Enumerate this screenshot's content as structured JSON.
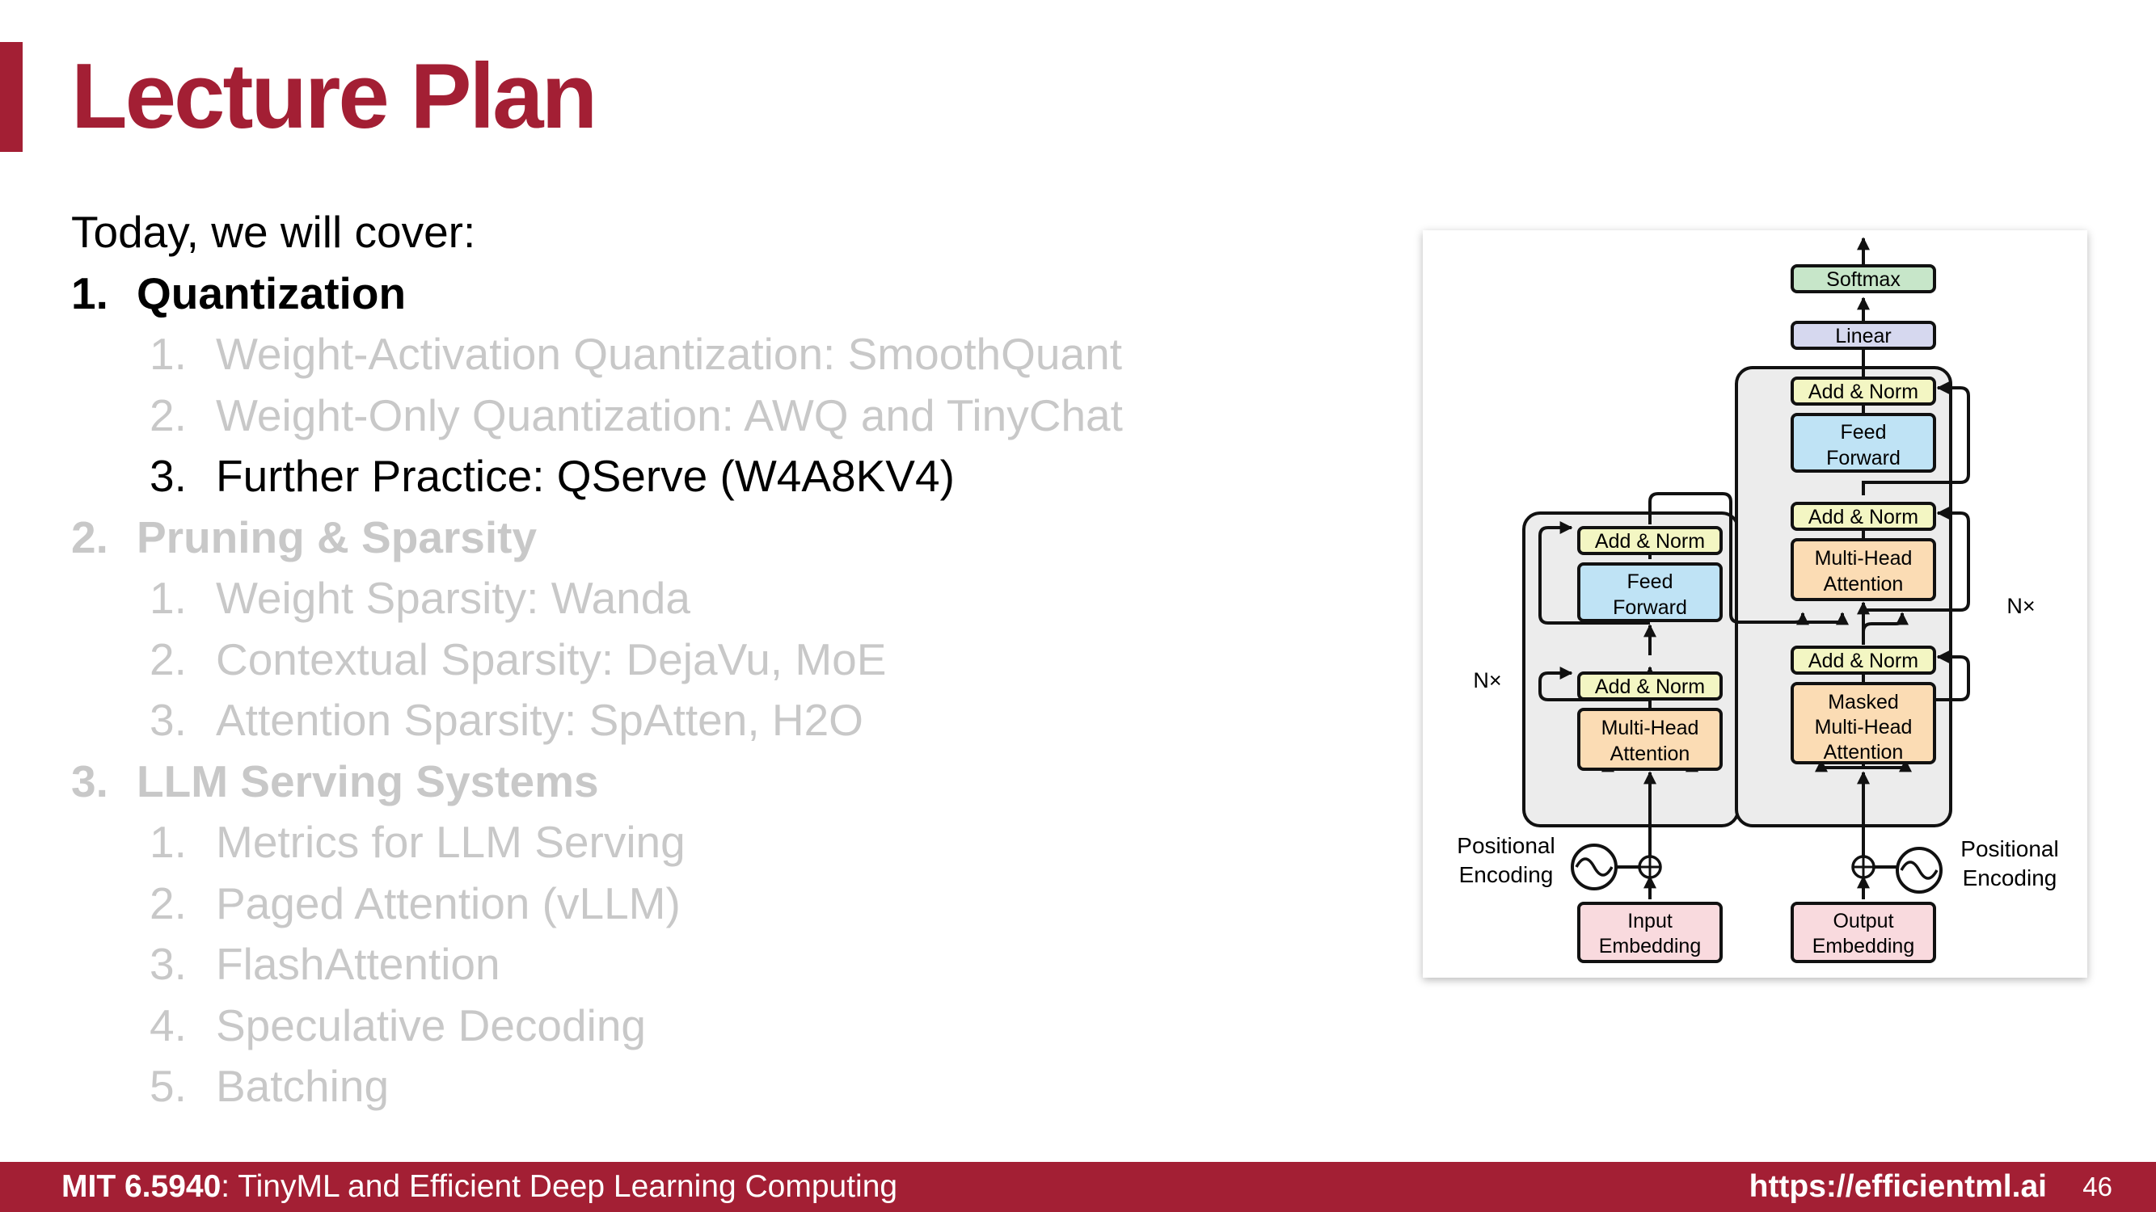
{
  "slide": {
    "title": "Lecture Plan",
    "intro": "Today, we will cover:",
    "outline": [
      {
        "num": "1.",
        "text": "Quantization",
        "state": "active",
        "children": [
          {
            "num": "1.",
            "text": "Weight-Activation Quantization: SmoothQuant",
            "state": "faded"
          },
          {
            "num": "2.",
            "text": "Weight-Only Quantization: AWQ and TinyChat",
            "state": "faded"
          },
          {
            "num": "3.",
            "text": "Further Practice: QServe (W4A8KV4)",
            "state": "active"
          }
        ]
      },
      {
        "num": "2.",
        "text": "Pruning & Sparsity",
        "state": "faded",
        "children": [
          {
            "num": "1.",
            "text": "Weight Sparsity: Wanda",
            "state": "faded"
          },
          {
            "num": "2.",
            "text": "Contextual Sparsity: DejaVu, MoE",
            "state": "faded"
          },
          {
            "num": "3.",
            "text": "Attention Sparsity: SpAtten, H2O",
            "state": "faded"
          }
        ]
      },
      {
        "num": "3.",
        "text": "LLM Serving Systems",
        "state": "faded",
        "children": [
          {
            "num": "1.",
            "text": "Metrics for LLM Serving",
            "state": "faded"
          },
          {
            "num": "2.",
            "text": "Paged Attention (vLLM)",
            "state": "faded"
          },
          {
            "num": "3.",
            "text": "FlashAttention",
            "state": "faded"
          },
          {
            "num": "4.",
            "text": "Speculative Decoding",
            "state": "faded"
          },
          {
            "num": "5.",
            "text": "Batching",
            "state": "faded"
          }
        ]
      }
    ]
  },
  "diagram": {
    "softmax": "Softmax",
    "linear": "Linear",
    "add_norm": "Add & Norm",
    "feed_forward": [
      "Feed",
      "Forward"
    ],
    "multi_head": [
      "Multi-Head",
      "Attention"
    ],
    "masked_multi_head": [
      "Masked",
      "Multi-Head",
      "Attention"
    ],
    "nx_left": "N×",
    "nx_right": "N×",
    "positional_encoding": [
      "Positional",
      "Encoding"
    ],
    "input_embedding": [
      "Input",
      "Embedding"
    ],
    "output_embedding": [
      "Output",
      "Embedding"
    ],
    "colors": {
      "softmax": "#c7e6c9",
      "linear": "#d6d8ef",
      "add_norm": "#f3f6c3",
      "feed_forward": "#bfe3f5",
      "attention": "#fbdcb4",
      "embedding": "#f9dade",
      "stack_bg": "#ececec"
    }
  },
  "footer": {
    "course_code": "MIT 6.5940",
    "course_name": ": TinyML and Efficient Deep Learning Computing",
    "url": "https://efficientml.ai",
    "page": "46"
  },
  "theme": {
    "brand": "#a31f34",
    "faded_text": "#c8c8c8"
  }
}
